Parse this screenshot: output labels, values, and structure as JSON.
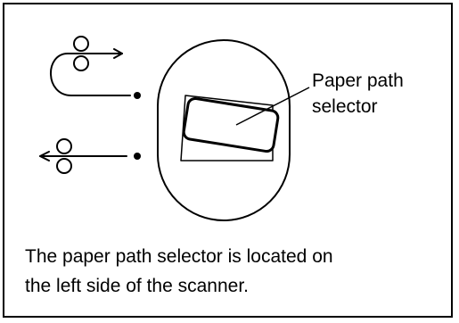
{
  "diagram": {
    "callout": {
      "line1": "Paper path",
      "line2": "selector"
    },
    "caption": {
      "line1": "The paper path selector is located on",
      "line2": "the left side of the scanner."
    },
    "icons": [
      "u-turn-paper-path-icon",
      "straight-paper-path-icon",
      "selector-lever-icon"
    ]
  }
}
